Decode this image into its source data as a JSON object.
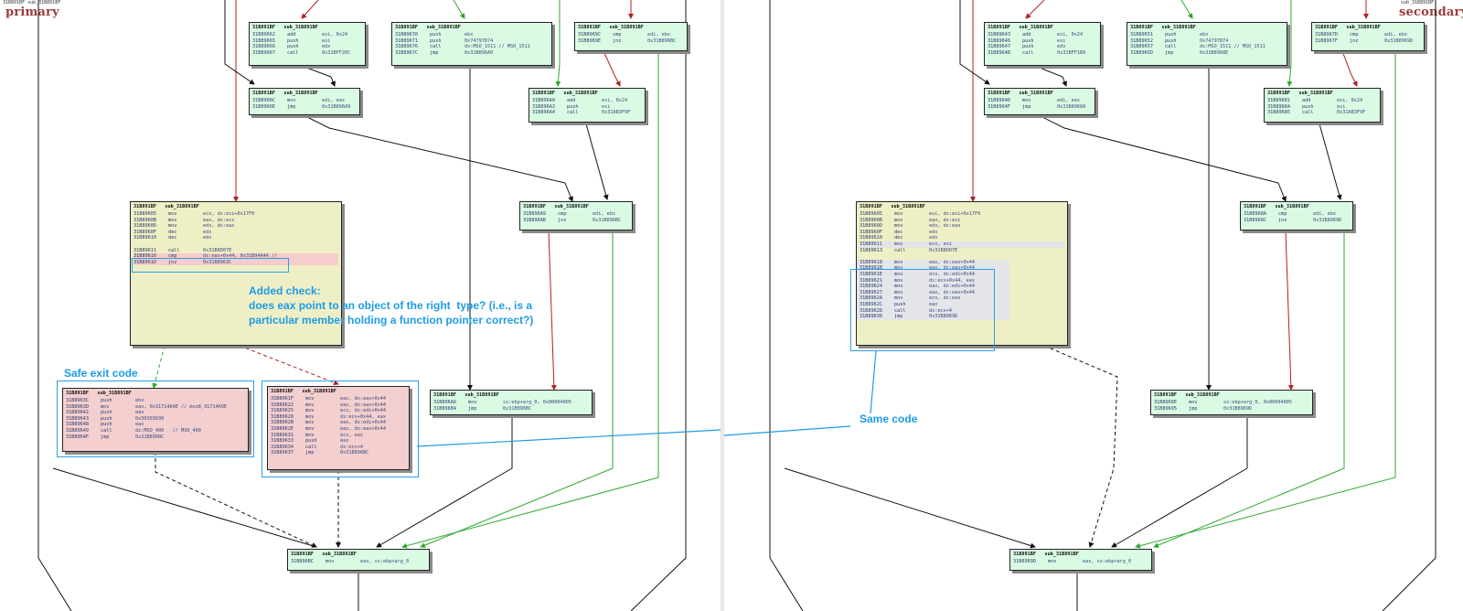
{
  "panes": {
    "left": {
      "label": "primary",
      "meta": "31B891BF  sub_31B891BF"
    },
    "right": {
      "label": "secondary",
      "meta": "sub_31B891BF"
    }
  },
  "annotations": {
    "added_check": "Added check:\ndoes eax point to an object of the right  type? (i.e., is a\nparticular member holding a function pointer correct?)",
    "safe_exit": "Safe exit code",
    "same_code": "Same code"
  },
  "colors": {
    "green_edge": "#2fa82f",
    "red_edge": "#b02020",
    "black_edge": "#111111",
    "callout": "#1e9be6",
    "block_green": "#d9fbe3",
    "block_yellow": "#efefc6",
    "block_pink": "#f3cfcf"
  },
  "left_blocks": [
    {
      "id": "L1",
      "head": "31B891BF   sub_31B891BF",
      "lines": [
        [
          "31B89662",
          "add",
          "esi, 0x24"
        ],
        [
          "31B89665",
          "push",
          "esi"
        ],
        [
          "31B89666",
          "push",
          "edx"
        ],
        [
          "31B89667",
          "call",
          "0x31BFF20C"
        ]
      ]
    },
    {
      "id": "L2",
      "head": "31B891BF   sub_31B891BF",
      "lines": [
        [
          "31B89670",
          "push",
          "ebx"
        ],
        [
          "31B89671",
          "push",
          "0x74797874"
        ],
        [
          "31B89676",
          "call",
          "ds:MSO_1511 // MSO_1511"
        ],
        [
          "31B8967C",
          "jmp",
          "0x31B896A0"
        ]
      ]
    },
    {
      "id": "L3",
      "head": "31B891BF   sub_31B891BF",
      "lines": [
        [
          "31B8969C",
          "cmp",
          "edi, ebx"
        ],
        [
          "31B8969E",
          "jnz",
          "0x31B896BC"
        ]
      ]
    },
    {
      "id": "L4",
      "head": "31B891BF   sub_31B891BF",
      "lines": [
        [
          "31B8966C",
          "mov",
          "edi, eax"
        ],
        [
          "31B8966E",
          "jmp",
          "0x31B896A9"
        ]
      ]
    },
    {
      "id": "L5",
      "head": "31B891BF   sub_31B891BF",
      "lines": [
        [
          "31B896A0",
          "add",
          "esi, 0x24"
        ],
        [
          "31B896A3",
          "push",
          "esi"
        ],
        [
          "31B896A4",
          "call",
          "0x31AB3F9F"
        ]
      ]
    },
    {
      "id": "L6",
      "head": "31B891BF   sub_31B891BF",
      "lines": [
        [
          "31B89605",
          "mov",
          "ecx, ds:esi+0x17F0"
        ],
        [
          "31B8960B",
          "mov",
          "eax, ds:ecx"
        ],
        [
          "31B8960D",
          "mov",
          "edx, ds:eax"
        ],
        [
          "31B8960F",
          "dec",
          "edx"
        ],
        [
          "31B89610",
          "dec",
          "edx"
        ],
        [
          "",
          "",
          " "
        ],
        [
          "31B89611",
          "call",
          "0x31B8D07E"
        ],
        [
          "31B89616",
          "cmp",
          "ds:eax+0x44, 0x31B94A4A // "
        ],
        [
          "31B8961D",
          "jnz",
          "0x31B8963C"
        ]
      ]
    },
    {
      "id": "L7",
      "head": "31B891BF   sub_31B891BF",
      "lines": [
        [
          "31B896A9",
          "cmp",
          "edi, ebx"
        ],
        [
          "31B896AB",
          "jnz",
          "0x31B896BC"
        ]
      ]
    },
    {
      "id": "L8",
      "head": "31B891BF   sub_31B891BF",
      "lines": [
        [
          "31B8963C",
          "push",
          "ebx"
        ],
        [
          "31B8963D",
          "mov",
          "eax, 0x31714A9E // mso8_31714A9E"
        ],
        [
          "31B89642",
          "push",
          "eax"
        ],
        [
          "31B89643",
          "push",
          "0x30303030"
        ],
        [
          "31B89648",
          "push",
          "eax"
        ],
        [
          "31B89649",
          "call",
          "ds:MSO_400   // MSO_400"
        ],
        [
          "31B8964F",
          "jmp",
          "0x31B896BC"
        ]
      ]
    },
    {
      "id": "L9",
      "head": "31B891BF   sub_31B891BF",
      "lines": [
        [
          "31B8961F",
          "mov",
          "eax, ds:eax+0x44"
        ],
        [
          "31B89622",
          "mov",
          "eax, ds:eax+0x44"
        ],
        [
          "31B89625",
          "mov",
          "ecx, ds:edi+0x44"
        ],
        [
          "31B89628",
          "mov",
          "ds:ecx+0x44, eax"
        ],
        [
          "31B8962B",
          "mov",
          "eax, ds:edi+0x44"
        ],
        [
          "31B8962E",
          "mov",
          "eax, ds:eax+0x44"
        ],
        [
          "31B89631",
          "mov",
          "ecx, eax"
        ],
        [
          "31B89633",
          "push",
          "eax"
        ],
        [
          "31B89634",
          "call",
          "ds:ecx+4"
        ],
        [
          "31B89637",
          "jmp",
          "0x31B896BC"
        ]
      ]
    },
    {
      "id": "L10",
      "head": "31B891BF   sub_31B891BF",
      "lines": [
        [
          "31B896AD",
          "mov",
          "ss:ebp+arg_0, 0x80004005"
        ],
        [
          "31B896B4",
          "jmp",
          "0x31B896BC"
        ]
      ]
    },
    {
      "id": "L11",
      "head": "31B891BF   sub_31B891BF",
      "lines": [
        [
          "31B896BC",
          "mov",
          "eax, ss:ebp+arg_0"
        ]
      ]
    }
  ],
  "right_blocks": [
    {
      "id": "R1",
      "head": "31B891BF   sub_31B891BF",
      "lines": [
        [
          "31B89643",
          "add",
          "esi, 0x24"
        ],
        [
          "31B89646",
          "push",
          "esi"
        ],
        [
          "31B89647",
          "push",
          "edx"
        ],
        [
          "31B89648",
          "call",
          "0x31BFF1B9"
        ]
      ]
    },
    {
      "id": "R2",
      "head": "31B891BF   sub_31B891BF",
      "lines": [
        [
          "31B89651",
          "push",
          "ebx"
        ],
        [
          "31B89652",
          "push",
          "0x74797874"
        ],
        [
          "31B89657",
          "call",
          "ds:MSO_1511 // MSO_1511"
        ],
        [
          "31B8965D",
          "jmp",
          "0x31B8968E"
        ]
      ]
    },
    {
      "id": "R3",
      "head": "31B891BF   sub_31B891BF",
      "lines": [
        [
          "31B8967D",
          "cmp",
          "edi, ebx"
        ],
        [
          "31B8967F",
          "jnz",
          "0x31B8969D"
        ]
      ]
    },
    {
      "id": "R4",
      "head": "31B891BF   sub_31B891BF",
      "lines": [
        [
          "31B8964D",
          "mov",
          "edi, eax"
        ],
        [
          "31B8964F",
          "jmp",
          "0x31B8968A"
        ]
      ]
    },
    {
      "id": "R5",
      "head": "31B891BF   sub_31B891BF",
      "lines": [
        [
          "31B89681",
          "add",
          "esi, 0x24"
        ],
        [
          "31B89684",
          "push",
          "esi"
        ],
        [
          "31B89685",
          "call",
          "0x31AB3F9F"
        ]
      ]
    },
    {
      "id": "R6",
      "head": "31B891BF   sub_31B891BF",
      "lines": [
        [
          "31B89605",
          "mov",
          "esi, ds:esi+0x17F0"
        ],
        [
          "31B8960B",
          "mov",
          "eax, ds:esi"
        ],
        [
          "31B8960D",
          "mov",
          "edx, ds:eax"
        ],
        [
          "31B8960F",
          "dec",
          "edx"
        ],
        [
          "31B89610",
          "dec",
          "edx"
        ],
        [
          "31B89611",
          "mov",
          "ecx, esi"
        ],
        [
          "31B89613",
          "call",
          "0x31B8D07E"
        ],
        [
          "",
          "",
          " "
        ],
        [
          "31B89618",
          "mov",
          "eax, ds:eax+0x44"
        ],
        [
          "31B8961B",
          "mov",
          "eax, ds:eax+0x44"
        ],
        [
          "31B8961E",
          "mov",
          "ecx, ds:edi+0x44"
        ],
        [
          "31B89621",
          "mov",
          "ds:ecx+0x44, eax"
        ],
        [
          "31B89624",
          "mov",
          "eax, ds:edi+0x44"
        ],
        [
          "31B89627",
          "mov",
          "eax, ds:eax+0x44"
        ],
        [
          "31B8962A",
          "mov",
          "ecx, ds:eax"
        ],
        [
          "31B8962C",
          "push",
          "eax"
        ],
        [
          "31B8962D",
          "call",
          "ds:ecx+4"
        ],
        [
          "31B89630",
          "jmp",
          "0x31B8969D"
        ]
      ]
    },
    {
      "id": "R7",
      "head": "31B891BF   sub_31B891BF",
      "lines": [
        [
          "31B8968A",
          "cmp",
          "edi, ebx"
        ],
        [
          "31B8968C",
          "jnz",
          "0x31B8969D"
        ]
      ]
    },
    {
      "id": "R8",
      "head": "31B891BF   sub_31B891BF",
      "lines": [
        [
          "31B8968E",
          "mov",
          "ss:ebp+arg_0, 0x80004005"
        ],
        [
          "31B89695",
          "jmp",
          "0x31B8969D"
        ]
      ]
    },
    {
      "id": "R9",
      "head": "31B891BF   sub_31B891BF",
      "lines": [
        [
          "31B8969D",
          "mov",
          "eax, ss:ebp+arg_0"
        ]
      ]
    }
  ]
}
